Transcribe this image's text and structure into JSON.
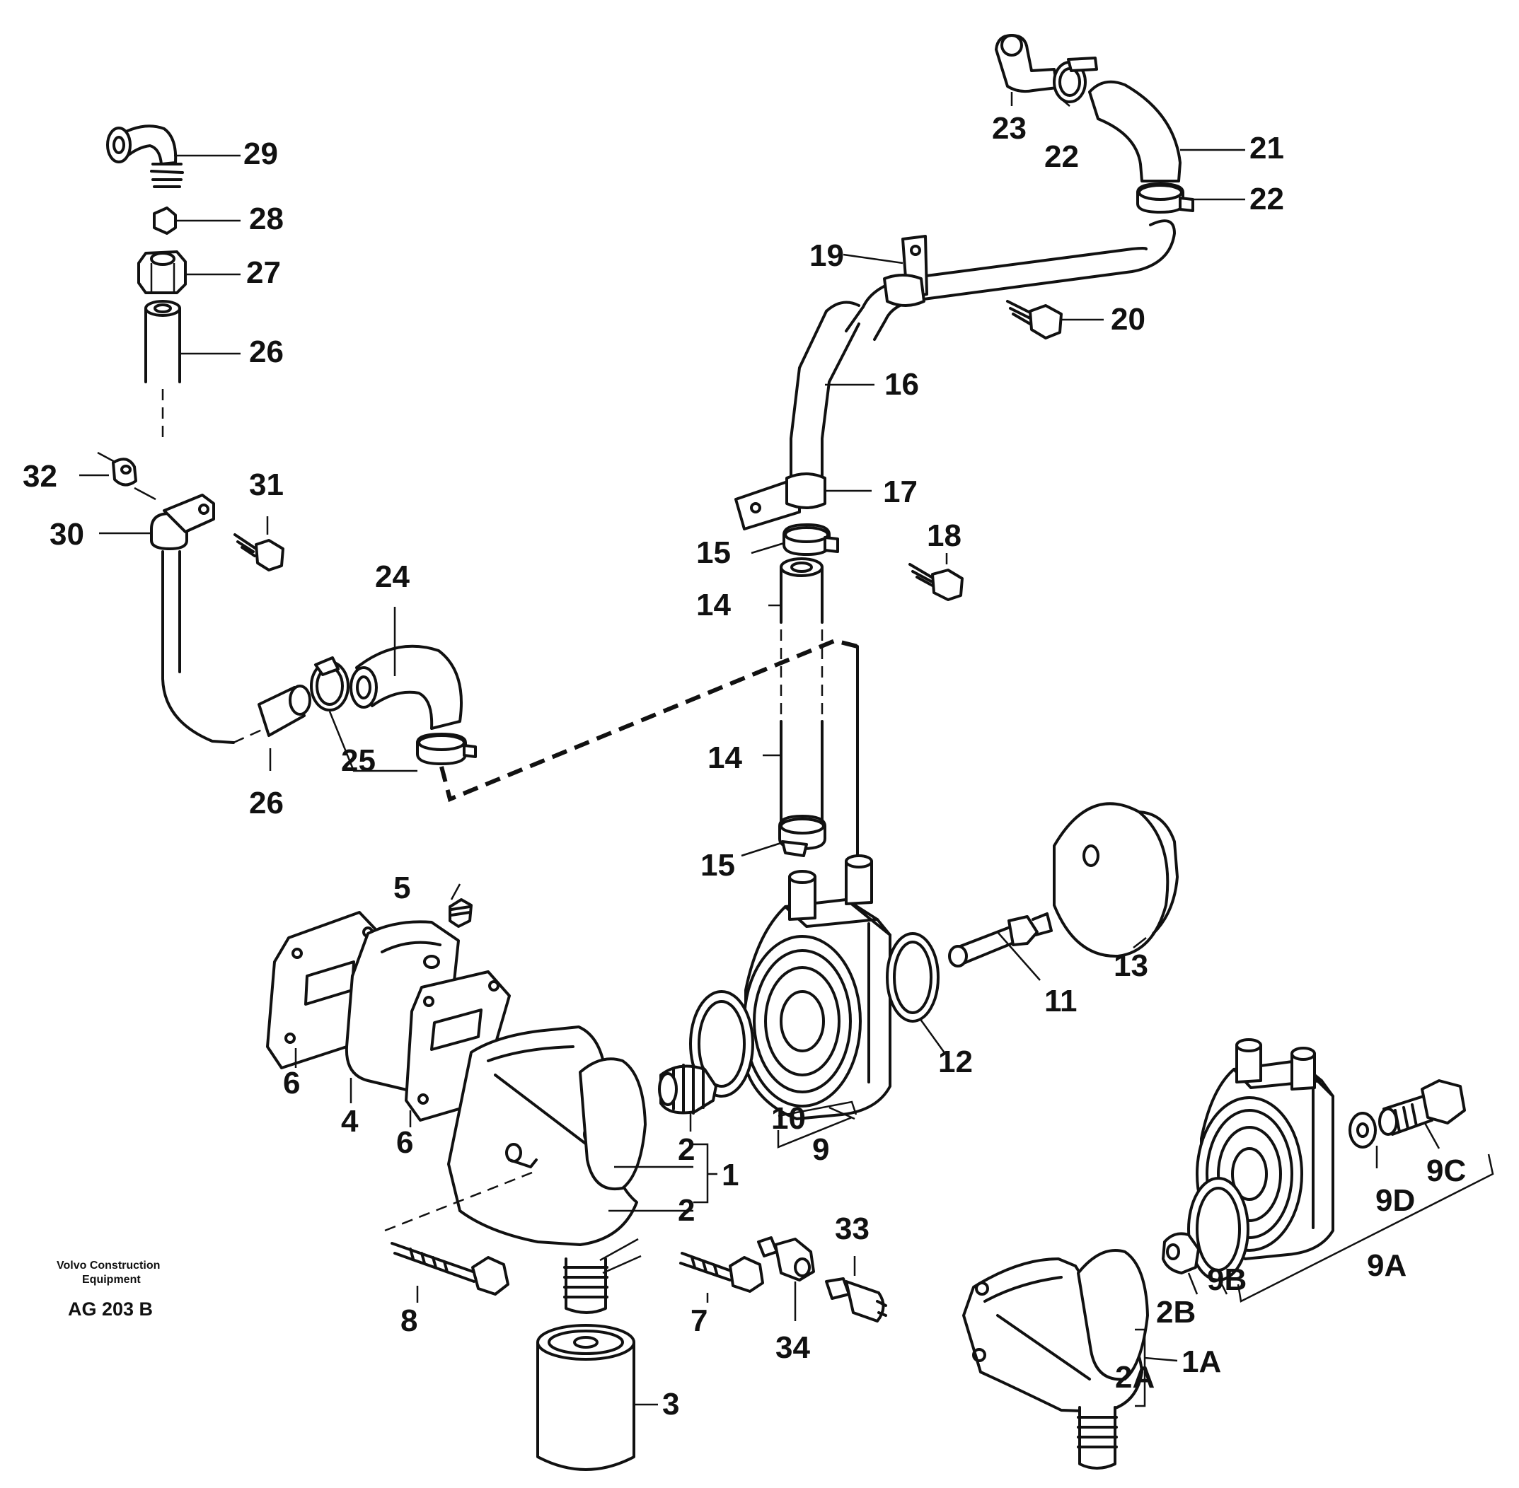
{
  "diagram": {
    "maker_line1": "Volvo Construction",
    "maker_line2": "Equipment",
    "reference": "AG 203 B",
    "labels": {
      "l29": "29",
      "l28": "28",
      "l27": "27",
      "l26a": "26",
      "l26b": "26",
      "l32": "32",
      "l31": "31",
      "l30": "30",
      "l24": "24",
      "l25": "25",
      "l23": "23",
      "l22a": "22",
      "l22b": "22",
      "l21": "21",
      "l19": "19",
      "l20": "20",
      "l16": "16",
      "l17": "17",
      "l15a": "15",
      "l15b": "15",
      "l18": "18",
      "l14a": "14",
      "l14b": "14",
      "l13": "13",
      "l11": "11",
      "l12": "12",
      "l5": "5",
      "l6a": "6",
      "l6b": "6",
      "l4": "4",
      "l10": "10",
      "l9": "9",
      "l2a": "2",
      "l2b": "2",
      "l1": "1",
      "l33": "33",
      "l34": "34",
      "l8": "8",
      "l7": "7",
      "l3": "3",
      "l9C": "9C",
      "l9D": "9D",
      "l9A": "9A",
      "l9B": "9B",
      "l2B": "2B",
      "l1A": "1A",
      "l2A": "2A"
    }
  }
}
